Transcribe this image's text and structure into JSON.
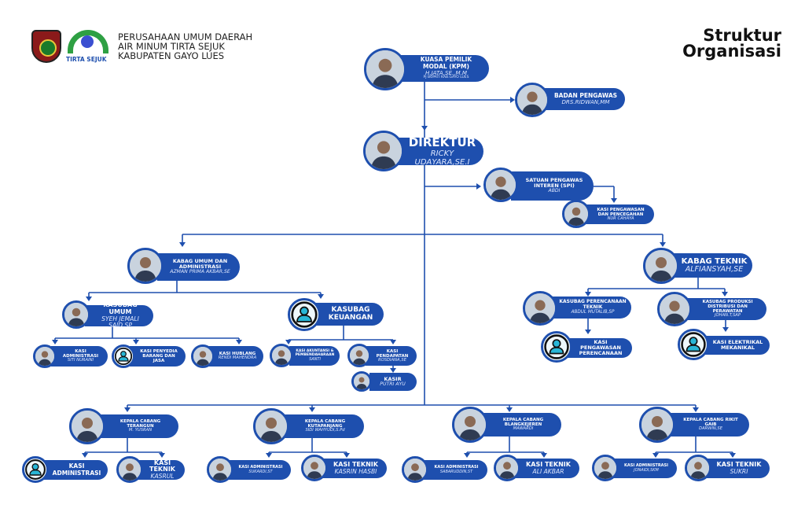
{
  "header": {
    "logo_text": "TIRTA SEJUK",
    "org_lines": [
      "PERUSAHAAN UMUM DAERAH",
      "AIR MINUM TIRTA SEJUK",
      "KABUPATEN GAYO LUES"
    ],
    "title_lines": [
      "Struktur",
      "Organisasi"
    ]
  },
  "colors": {
    "accent": "#1e4fae",
    "placeholder_icon": "#29b6d6"
  },
  "nodes": {
    "kpm": {
      "title": "KUASA PEMILIK MODAL (KPM)",
      "name": "H.JATA,SE.,M.M",
      "sub": "PJ BUPATI KAB.GAYO LUES"
    },
    "badan": {
      "title": "BADAN PENGAWAS",
      "name": "DRS.RIDWAN,MM"
    },
    "direktur": {
      "title": "DIREKTUR",
      "name": "RICKY UDAYARA,SE.I"
    },
    "spi": {
      "title": "SATUAN PENGAWAS INTEREN (SPI)",
      "name": "ABDI"
    },
    "kasi_pp": {
      "title": "KASI PENGAWASAN DAN PENCEGAHAN",
      "name": "NUR CAHAYA"
    },
    "kabag_umum": {
      "title": "KABAG UMUM DAN ADMINISTRASI",
      "name": "AZMAN PRIMA AKBAR,SE"
    },
    "kasubag_umum": {
      "title": "KASUBAG UMUM",
      "name": "SYEH JEMALI SAID,SP"
    },
    "kasubag_keu": {
      "title": "KASUBAG KEUANGAN"
    },
    "kasi_adm": {
      "title": "KASI ADMINISTRASI",
      "name": "SITI NURAINI"
    },
    "kasi_pbj": {
      "title": "KASI PENYEDIA BARANG DAN JASA"
    },
    "kasi_hub": {
      "title": "KASI HUBLANG",
      "name": "RENDI MAHENDRA"
    },
    "kasi_akt": {
      "title": "KASI AKUNTANSI & PEMBENDAHARAAN",
      "name": "SANTI"
    },
    "kasi_pend": {
      "title": "KASI PENDAPATAN",
      "name": "ROSDIANA,SE"
    },
    "kasir": {
      "title": "KASIR",
      "name": "PUTRI AYU"
    },
    "kabag_tek": {
      "title": "KABAG TEKNIK",
      "name": "ALFIANSYAH,SE"
    },
    "kasubag_per": {
      "title": "KASUBAG PERENCANAAN TEKNIK",
      "name": "ABDUL MUTALIB,SP"
    },
    "kasubag_prod": {
      "title": "KASUBAG PRODUKSI DISTRIBUSI DAN PERAWATAN",
      "name": "JOHAN.T,SAP"
    },
    "kasi_pper": {
      "title": "KASI PENGAWASAN PERENCANAAN"
    },
    "kasi_elek": {
      "title": "KASI ELEKTRIKAL MEKANIKAL"
    },
    "kc_ter": {
      "title": "KEPALA CABANG TERANGUN",
      "name": "M. YUSRAN"
    },
    "kc_kut": {
      "title": "KEPALA CABANG KUTAPANJANG",
      "name": "SIDI WAHYUDI,S.Pd"
    },
    "kc_bla": {
      "title": "KEPALA CABANG BLANGKEJEREN",
      "name": "MAWARDI"
    },
    "kc_rik": {
      "title": "KEPALA CABANG RIKIT GAIB",
      "name": "DARWIN,SE"
    },
    "ter_adm": {
      "title": "KASI ADMINISTRASI"
    },
    "ter_tek": {
      "title": "KASI TEKNIK",
      "name": "KASRUL"
    },
    "kut_adm": {
      "title": "KASI ADMINISTRASI",
      "name": "SUKARDI,ST"
    },
    "kut_tek": {
      "title": "KASI TEKNIK",
      "name": "KASRIN HASBI"
    },
    "bla_adm": {
      "title": "KASI ADMINISTRASI",
      "name": "SABARUDDIN,ST"
    },
    "bla_tek": {
      "title": "KASI TEKNIK",
      "name": "ALI AKBAR"
    },
    "rik_adm": {
      "title": "KASI ADMINISTRASI",
      "name": "JONAIDI,SKM"
    },
    "rik_tek": {
      "title": "KASI TEKNIK",
      "name": "SUKRI"
    }
  }
}
